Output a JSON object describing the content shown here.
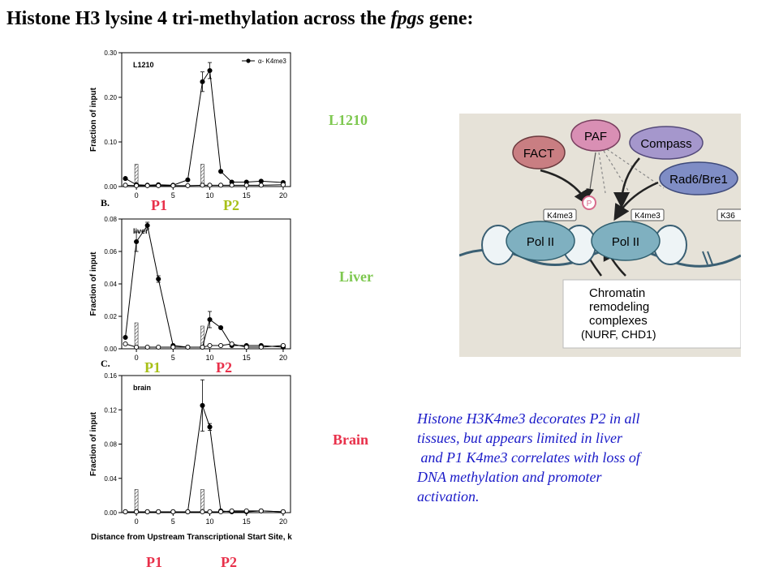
{
  "title": {
    "main": "Histone H3 lysine 4 tri-methylation across the ",
    "gene": "fpgs",
    "suffix": " gene:"
  },
  "colors": {
    "green": "#7ec850",
    "red": "#e8304a",
    "olive": "#a8c018",
    "blue": "#1a1ac8",
    "axis": "#000000"
  },
  "tissues": [
    {
      "label": "L1210",
      "color": "green"
    },
    {
      "label": "Liver",
      "color": "green"
    },
    {
      "label": "Brain",
      "color": "red"
    }
  ],
  "promoter_labels": [
    {
      "p1": "P1",
      "p2": "P2",
      "p1_color": "red",
      "p2_color": "olive"
    },
    {
      "p1": "P1",
      "p2": "P2",
      "p1_color": "olive",
      "p2_color": "red"
    },
    {
      "p1": "P1",
      "p2": "P2",
      "p1_color": "red",
      "p2_color": "red"
    }
  ],
  "panel_letters": [
    "B.",
    "C."
  ],
  "xlabel": "Distance from Upstream Transcriptional Start Site, k",
  "chart_data": [
    {
      "type": "line",
      "panel_label": "L1210",
      "legend": "α- K4me3",
      "ylabel": "Fraction of input",
      "xlim": [
        -2,
        21
      ],
      "ylim": [
        0,
        0.3
      ],
      "x_ticks": [
        "0",
        "5",
        "10",
        "15",
        "20"
      ],
      "y_ticks": [
        "0.00",
        "0.10",
        "0.20",
        "0.30"
      ],
      "series": [
        {
          "name": "α- K4me3",
          "marker": "filled",
          "x": [
            -1.5,
            0,
            1.5,
            3,
            5,
            7,
            9,
            10,
            11.5,
            13,
            15,
            17,
            20
          ],
          "y": [
            0.018,
            0.004,
            0.003,
            0.004,
            0.003,
            0.015,
            0.235,
            0.26,
            0.034,
            0.01,
            0.01,
            0.012,
            0.009
          ],
          "err": [
            0,
            0,
            0,
            0,
            0,
            0,
            0.022,
            0.018,
            0,
            0,
            0,
            0,
            0
          ]
        },
        {
          "marker": "open",
          "x": [
            -1.5,
            0,
            1.5,
            3,
            5,
            7,
            9,
            10,
            11.5,
            13,
            15,
            17,
            20
          ],
          "y": [
            0.003,
            0.002,
            0.002,
            0.002,
            0.002,
            0.002,
            0.003,
            0.003,
            0.003,
            0.003,
            0.003,
            0.003,
            0.004
          ],
          "err": [
            0,
            0,
            0,
            0,
            0,
            0,
            0,
            0,
            0,
            0,
            0,
            0,
            0
          ]
        }
      ],
      "bars": [
        {
          "x": 0,
          "value": 0.05
        },
        {
          "x": 9,
          "value": 0.05
        }
      ]
    },
    {
      "type": "line",
      "panel_label": "liver",
      "ylabel": "Fraction of input",
      "xlim": [
        -2,
        21
      ],
      "ylim": [
        0,
        0.08
      ],
      "x_ticks": [
        "0",
        "5",
        "10",
        "15",
        "20"
      ],
      "y_ticks": [
        "0.00",
        "0.02",
        "0.04",
        "0.06",
        "0.08"
      ],
      "series": [
        {
          "marker": "filled",
          "x": [
            -1.5,
            0,
            1.5,
            3,
            5,
            7,
            9,
            10,
            11.5,
            13,
            15,
            17,
            20
          ],
          "y": [
            0.007,
            0.066,
            0.076,
            0.043,
            0.002,
            0.001,
            0.001,
            0.018,
            0.013,
            0.002,
            0.002,
            0.002,
            0.001
          ],
          "err": [
            0,
            0.006,
            0.002,
            0.002,
            0,
            0,
            0,
            0.005,
            0,
            0,
            0,
            0,
            0
          ]
        },
        {
          "marker": "open",
          "x": [
            -1.5,
            0,
            1.5,
            3,
            5,
            7,
            9,
            10,
            11.5,
            13,
            15,
            17,
            20
          ],
          "y": [
            0.003,
            0.001,
            0.001,
            0.001,
            0.001,
            0.001,
            0.001,
            0.002,
            0.002,
            0.003,
            0.001,
            0.001,
            0.002
          ],
          "err": [
            0,
            0,
            0,
            0,
            0,
            0,
            0,
            0,
            0,
            0,
            0,
            0,
            0
          ]
        }
      ],
      "bars": [
        {
          "x": 0,
          "value": 0.016
        },
        {
          "x": 9,
          "value": 0.014
        }
      ]
    },
    {
      "type": "line",
      "panel_label": "brain",
      "ylabel": "Fraction of input",
      "xlim": [
        -2,
        21
      ],
      "ylim": [
        0,
        0.16
      ],
      "x_ticks": [
        "0",
        "5",
        "10",
        "15",
        "20"
      ],
      "y_ticks": [
        "0.00",
        "0.04",
        "0.08",
        "0.12",
        "0.16"
      ],
      "series": [
        {
          "marker": "filled",
          "x": [
            -1.5,
            0,
            1.5,
            3,
            5,
            7,
            9,
            10,
            11.5,
            13,
            15,
            17,
            20
          ],
          "y": [
            0.001,
            0.001,
            0.001,
            0.001,
            0.001,
            0.001,
            0.125,
            0.1,
            0.002,
            0.001,
            0.001,
            0.002,
            0.001
          ],
          "err": [
            0,
            0,
            0,
            0,
            0,
            0,
            0.03,
            0.004,
            0,
            0,
            0,
            0,
            0
          ]
        },
        {
          "marker": "open",
          "x": [
            -1.5,
            0,
            1.5,
            3,
            5,
            7,
            9,
            10,
            11.5,
            13,
            15,
            17,
            20
          ],
          "y": [
            0.001,
            0.001,
            0.001,
            0.001,
            0.001,
            0.001,
            0.001,
            0.001,
            0.001,
            0.002,
            0.002,
            0.002,
            0.001
          ],
          "err": [
            0,
            0,
            0,
            0,
            0,
            0,
            0,
            0,
            0,
            0,
            0,
            0,
            0
          ]
        }
      ],
      "bars": [
        {
          "x": 0,
          "value": 0.027
        },
        {
          "x": 9,
          "value": 0.027
        }
      ]
    }
  ],
  "diagram": {
    "labels": {
      "fact": "FACT",
      "paf": "PAF",
      "compass": "Compass",
      "rad6": "Rad6/Bre1",
      "p": "P",
      "k4me3_a": "K4me3",
      "k4me3_b": "K4me3",
      "k36": "K36",
      "pol1": "Pol II",
      "pol2": "Pol II",
      "remodel1": "Chromatin",
      "remodel2": "remodeling",
      "remodel3": "complexes",
      "remodel4": "(NURF, CHD1)"
    },
    "colors": {
      "fact": "#c97e82",
      "paf": "#d98fb4",
      "compass": "#a597cc",
      "rad6": "#7f8dc5",
      "pol": "#7fb0c0",
      "dna": "#3a5f73",
      "p": "#d86a8c"
    }
  },
  "note": {
    "lines": [
      "Histone H3K4me3 decorates P2 in all",
      "tissues, but appears limited in liver",
      " and P1 K4me3 correlates with loss of",
      "DNA methylation and promoter",
      "activation."
    ]
  }
}
